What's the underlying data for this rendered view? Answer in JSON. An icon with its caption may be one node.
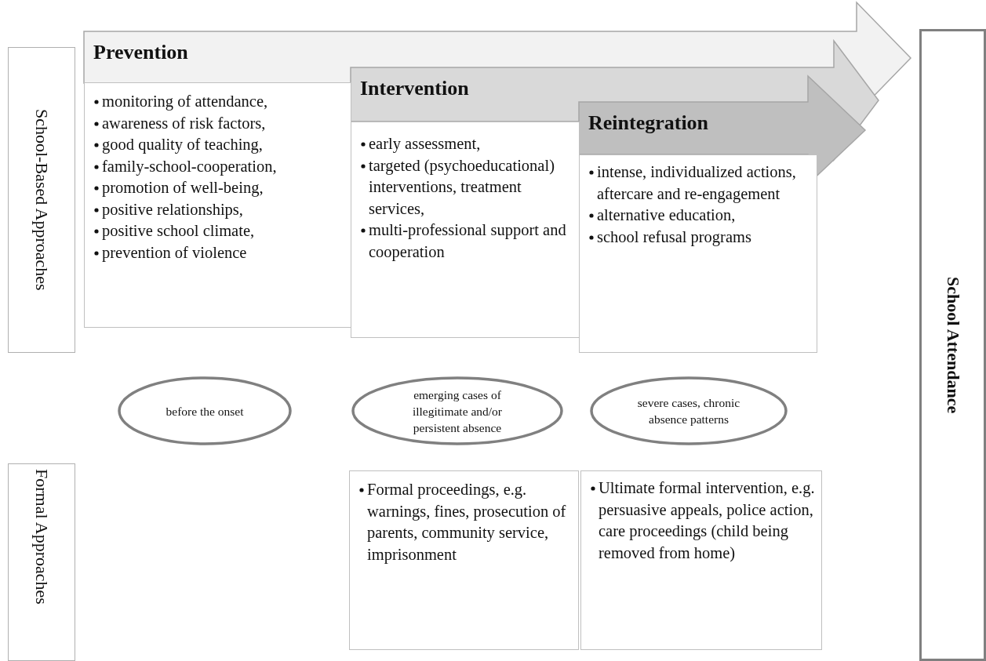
{
  "diagram": {
    "nodes": [
      {
        "text": [
          "School-Based Approaches"
        ]
      },
      {
        "text": [
          "Prevention"
        ]
      },
      {
        "text": [
          "Intervention"
        ]
      },
      {
        "text": [
          "Reintegration"
        ]
      },
      {
        "text": [
          "School Attendance"
        ]
      },
      {
        "text": [
          "monitoring of attendance,",
          "awareness of risk factors,",
          "good quality of teaching,",
          "family-school-cooperation,",
          "promotion of well-being,",
          "positive relationships,",
          "positive school climate,",
          "prevention of violence"
        ]
      },
      {
        "text": [
          "early assessment,",
          "targeted (psychoeducational) interventions, treatment services,",
          "multi-professional support and cooperation"
        ]
      },
      {
        "text": [
          "intense, individualized actions, aftercare and re-engagement",
          "alternative education,",
          "school refusal programs"
        ]
      },
      {
        "text": [
          "before the onset"
        ]
      },
      {
        "text": [
          "emerging cases of illegitimate and/or persistent absence"
        ]
      },
      {
        "text": [
          "severe cases, chronic absence patterns"
        ]
      },
      {
        "text": [
          "Formal Approaches"
        ]
      },
      {
        "text": [
          "Formal proceedings, e.g. warnings, fines, prosecution of parents, community service, imprisonment"
        ]
      },
      {
        "text": [
          "Ultimate formal intervention, e.g. persuasive appeals, police action, care proceedings (child being removed from home)"
        ]
      }
    ]
  }
}
